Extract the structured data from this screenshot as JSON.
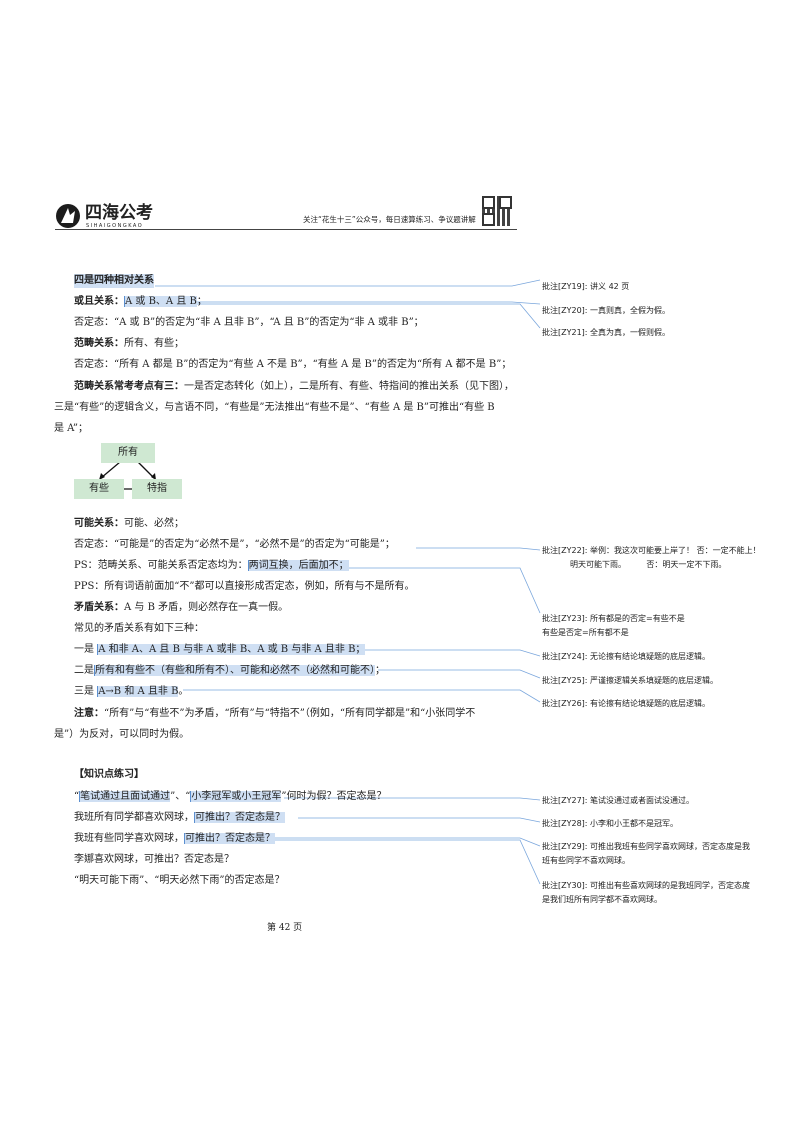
{
  "header": {
    "logo_text": "四海公考",
    "logo_sub": "SIHAIGONGKAO",
    "notice": "关注“花生十三”公众号，每日速算练习、争议题讲解"
  },
  "body": {
    "title": "四是四种相对关系",
    "l1_label": "或且关系：",
    "l1_hl": "A 或 B、A 且 B",
    "l1_end": "；",
    "l2": "否定态：“A 或 B”的否定为“非 A 且非 B”，“A 且 B”的否定为“非 A 或非 B”；",
    "l3_label": "范畴关系：",
    "l3_text": "所有、有些；",
    "l4": "否定态：“所有 A 都是 B”的否定为“有些 A 不是 B”，“有些 A 是 B”的否定为“所有 A 都不是 B”；",
    "l5_label": "范畴关系常考考点有三：",
    "l5_text": "一是否定态转化（如上），二是所有、有些、特指间的推出关系（见下图），",
    "l6": "三是“有些”的逻辑含义，与言语不同，“有些是”无法推出“有些不是”、“有些 A 是 B”可推出“有些 B",
    "l7": "是 A”；",
    "diagram": {
      "top": "所有",
      "left": "有些",
      "right": "特指"
    },
    "l8_label": "可能关系：",
    "l8_text": "可能、必然；",
    "l9": "否定态：“可能是”的否定为“必然不是”，“必然不是”的否定为“可能是”；",
    "l10_pre": "PS：范畴关系、可能关系否定态均为：",
    "l10_hl": "两词互换，后面加不；",
    "l11": "PPS：所有词语前面加“不”都可以直接形成否定态，例如，所有与不是所有。",
    "l12_label": "矛盾关系：",
    "l12_text": "A 与 B 矛盾，则必然存在一真一假。",
    "l13": "常见的矛盾关系有如下三种：",
    "l14_pre": "一是 ",
    "l14_hl": "A 和非 A、A 且 B 与非 A 或非 B、A 或 B 与非 A 且非 B；",
    "l15_pre": "二是",
    "l15_hl": "所有和有些不（有些和所有不）、可能和必然不（必然和可能不）",
    "l15_end": "；",
    "l16_pre": "三是 ",
    "l16_hl": "A→B 和 A 且非 B",
    "l16_end": "。",
    "l17_label": "注意：",
    "l17_text": "“所有”与“有些不”为矛盾，“所有”与“特指不”（例如，“所有同学都是”和“小张同学不",
    "l18": "是”）为反对，可以同时为假。"
  },
  "exercise": {
    "heading": "【知识点练习】",
    "q1_a": "“",
    "q1_hl1": "笔试通过且面试通过",
    "q1_b": "”、“",
    "q1_hl2": "小李冠军或小王冠军",
    "q1_c": "”何时为假？否定态是？",
    "q2_pre": "我班所有同学都喜欢网球，",
    "q2_hl": "可推出？否定态是？",
    "q3_pre": "我班有些同学喜欢网球，",
    "q3_hl": "可推出？否定态是？",
    "q4": "李娜喜欢网球，可推出？否定态是？",
    "q5": "“明天可能下雨”、“明天必然下雨”的否定态是？"
  },
  "comments": [
    {
      "id": "批注[ZY19]:",
      "text": "讲义 42 页"
    },
    {
      "id": "批注[ZY20]:",
      "text": "一真则真，全假为假。"
    },
    {
      "id": "批注[ZY21]:",
      "text": "全真为真，一假则假。"
    },
    {
      "id": "批注[ZY22]:",
      "text": "举例：我这次可能要上岸了！    否：一定不能上！",
      "text2": "明天可能下雨。        否：明天一定不下雨。"
    },
    {
      "id": "批注[ZY23]:",
      "text": "所有都是的否定=有些不是",
      "text2": "有些是否定=所有都不是"
    },
    {
      "id": "批注[ZY24]:",
      "text": "无论擦有结论填疑题的底层逻辑。"
    },
    {
      "id": "批注[ZY25]:",
      "text": "严谨擦逻辑关系填疑题的底层逻辑。"
    },
    {
      "id": "批注[ZY26]:",
      "text": "有论擦有结论填疑题的底层逻辑。"
    },
    {
      "id": "批注[ZY27]:",
      "text": "笔试没通过或者面试没通过。"
    },
    {
      "id": "批注[ZY28]:",
      "text": "小李和小王都不是冠军。"
    },
    {
      "id": "批注[ZY29]:",
      "text": "可推出我班有些同学喜欢网球，否定态度是我",
      "text2": "班有些同学不喜欢网球。"
    },
    {
      "id": "批注[ZY30]:",
      "text": "可推出有些喜欢网球的是我班同学，否定态度",
      "text2": "是我们班所有同学都不喜欢网球。"
    }
  ],
  "footer": {
    "page": "第 42 页"
  }
}
